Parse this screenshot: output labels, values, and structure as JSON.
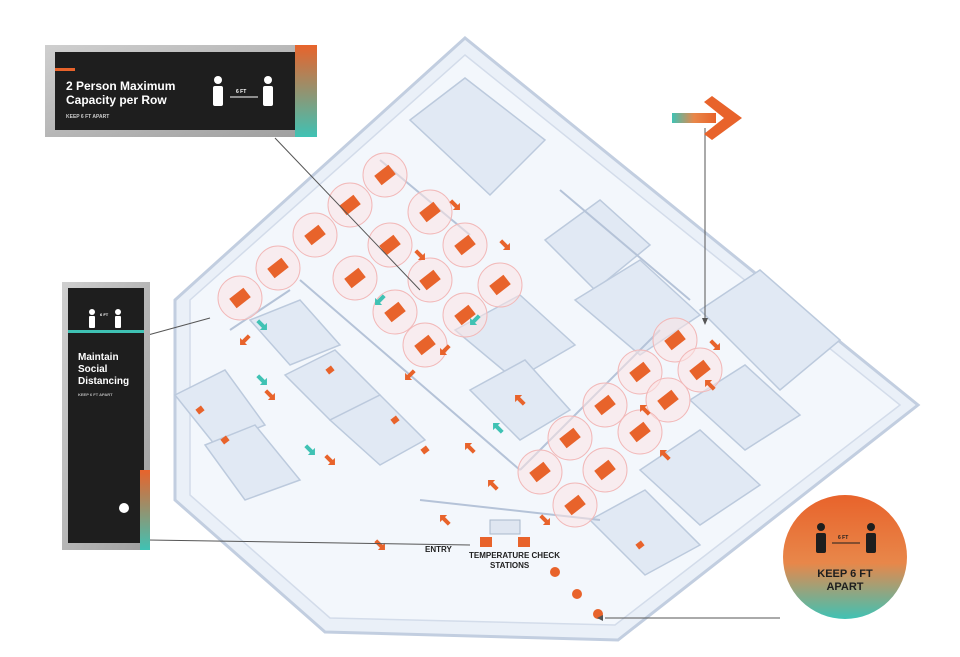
{
  "signs": {
    "capacity": {
      "title_line1": "2 Person Maximum",
      "title_line2": "Capacity per Row",
      "subtitle": "KEEP 6 FT APART",
      "distance": "6 FT"
    },
    "distancing": {
      "title_line1": "Maintain",
      "title_line2": "Social",
      "title_line3": "Distancing",
      "subtitle": "KEEP 6 FT APART",
      "distance": "6 FT"
    },
    "floor_decal": {
      "line1": "KEEP 6 FT",
      "line2": "APART",
      "distance": "6 FT"
    }
  },
  "labels": {
    "entry": "ENTRY",
    "temp_check_line1": "TEMPERATURE CHECK",
    "temp_check_line2": "STATIONS"
  },
  "colors": {
    "accent_orange": "#e8632b",
    "accent_teal": "#3fc2b4",
    "sign_dark": "#1e1e1e",
    "floor": "#eef3fa",
    "wall": "#c9d4e4"
  }
}
